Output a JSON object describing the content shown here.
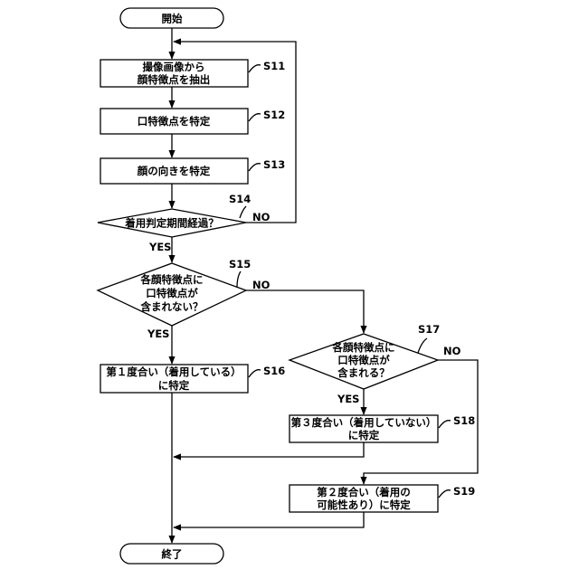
{
  "nodes": {
    "start": {
      "text": "開始"
    },
    "s11": {
      "lines": [
        "撮像画像から",
        "顔特徴点を抽出"
      ],
      "step": "S11"
    },
    "s12": {
      "lines": [
        "口特徴点を特定"
      ],
      "step": "S12"
    },
    "s13": {
      "lines": [
        "顔の向きを特定"
      ],
      "step": "S13"
    },
    "s14": {
      "lines": [
        "着用判定期間経過？"
      ],
      "step": "S14",
      "yes": "YES",
      "no": "NO"
    },
    "s15": {
      "lines": [
        "各顔特徴点に",
        "口特徴点が",
        "含まれない？"
      ],
      "step": "S15",
      "yes": "YES",
      "no": "NO"
    },
    "s16": {
      "lines": [
        "第１度合い（着用している）",
        "に特定"
      ],
      "step": "S16"
    },
    "s17": {
      "lines": [
        "各顔特徴点に",
        "口特徴点が",
        "含まれる？"
      ],
      "step": "S17",
      "yes": "YES",
      "no": "NO"
    },
    "s18": {
      "lines": [
        "第３度合い（着用していない）",
        "に特定"
      ],
      "step": "S18"
    },
    "s19": {
      "lines": [
        "第２度合い（着用の",
        "可能性あり）に特定"
      ],
      "step": "S19"
    },
    "end": {
      "text": "終了"
    }
  }
}
